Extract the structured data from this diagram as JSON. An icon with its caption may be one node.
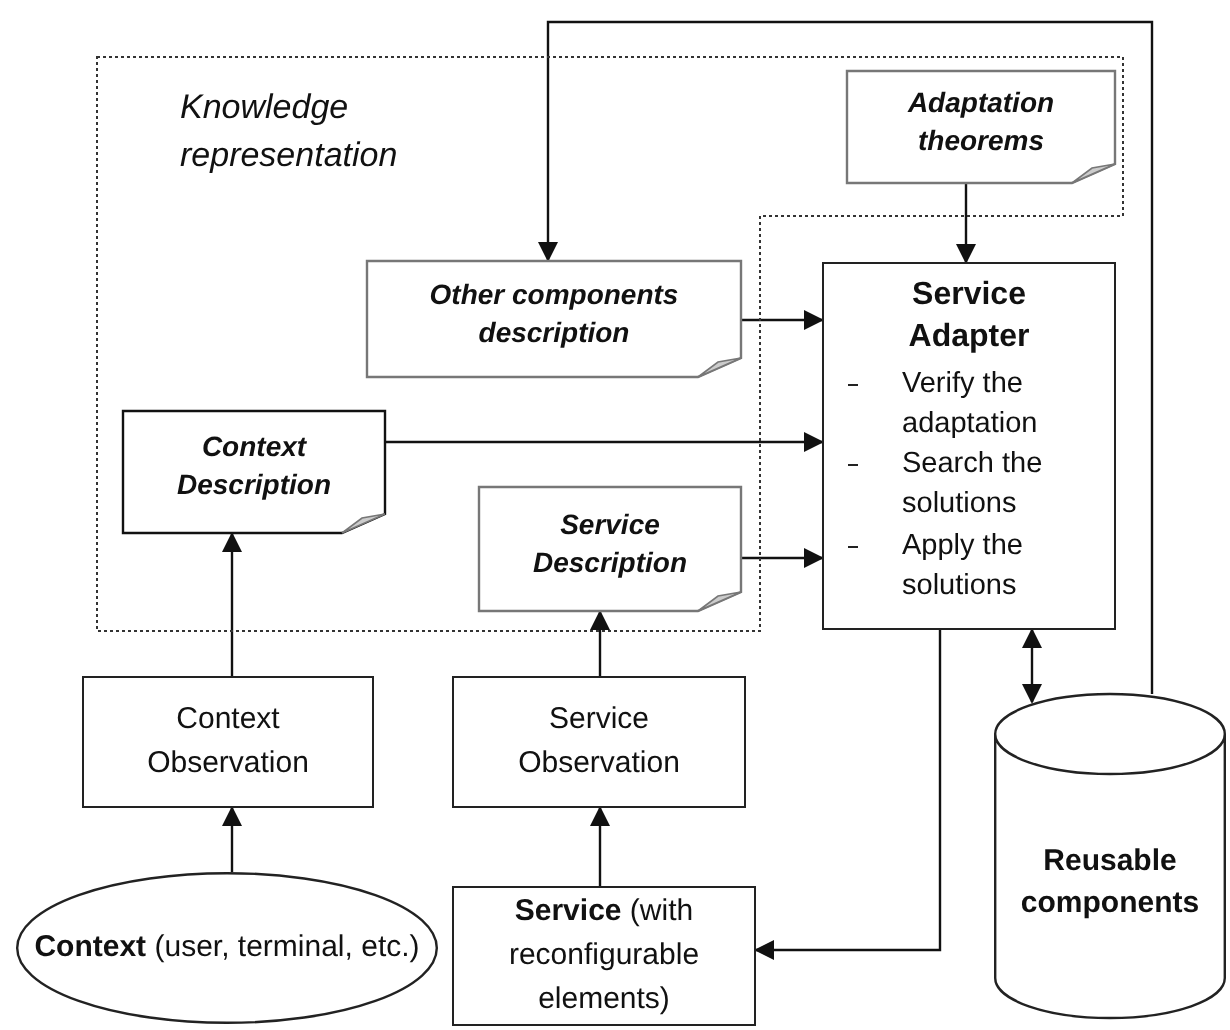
{
  "diagram": {
    "nodes": [
      {
        "text": [
          "Knowledge representation"
        ]
      },
      {
        "text": [
          "Adaptation theorems"
        ],
        "in": 0
      },
      {
        "text": [
          "Other components description"
        ],
        "in": 0
      },
      {
        "text": [
          "Context Description"
        ],
        "in": 0
      },
      {
        "text": [
          "Service Description"
        ],
        "in": 0
      },
      {
        "text": [
          "Service Adapter",
          "Verify the adaptation",
          "Search the solutions",
          "Apply the solutions"
        ]
      },
      {
        "text": [
          "Context Observation"
        ]
      },
      {
        "text": [
          "Service Observation"
        ]
      },
      {
        "text": [
          "**Context** (user, terminal, etc.)"
        ]
      },
      {
        "text": [
          "**Service** (with reconfigurable elements)"
        ]
      },
      {
        "text": [
          "Reusable components"
        ]
      }
    ],
    "edges": [
      {
        "from": 10,
        "to": 2,
        "arrow": "to"
      },
      {
        "from": 1,
        "to": 5,
        "arrow": "to"
      },
      {
        "from": 2,
        "to": 5,
        "arrow": "to"
      },
      {
        "from": 3,
        "to": 5,
        "arrow": "to"
      },
      {
        "from": 4,
        "to": 5,
        "arrow": "to"
      },
      {
        "from": 6,
        "to": 3,
        "arrow": "to"
      },
      {
        "from": 7,
        "to": 4,
        "arrow": "to"
      },
      {
        "from": 8,
        "to": 6,
        "arrow": "to"
      },
      {
        "from": 9,
        "to": 7,
        "arrow": "to"
      },
      {
        "from": 5,
        "to": 9,
        "arrow": "to"
      },
      {
        "from": 5,
        "to": 10,
        "arrow": "both"
      }
    ]
  }
}
